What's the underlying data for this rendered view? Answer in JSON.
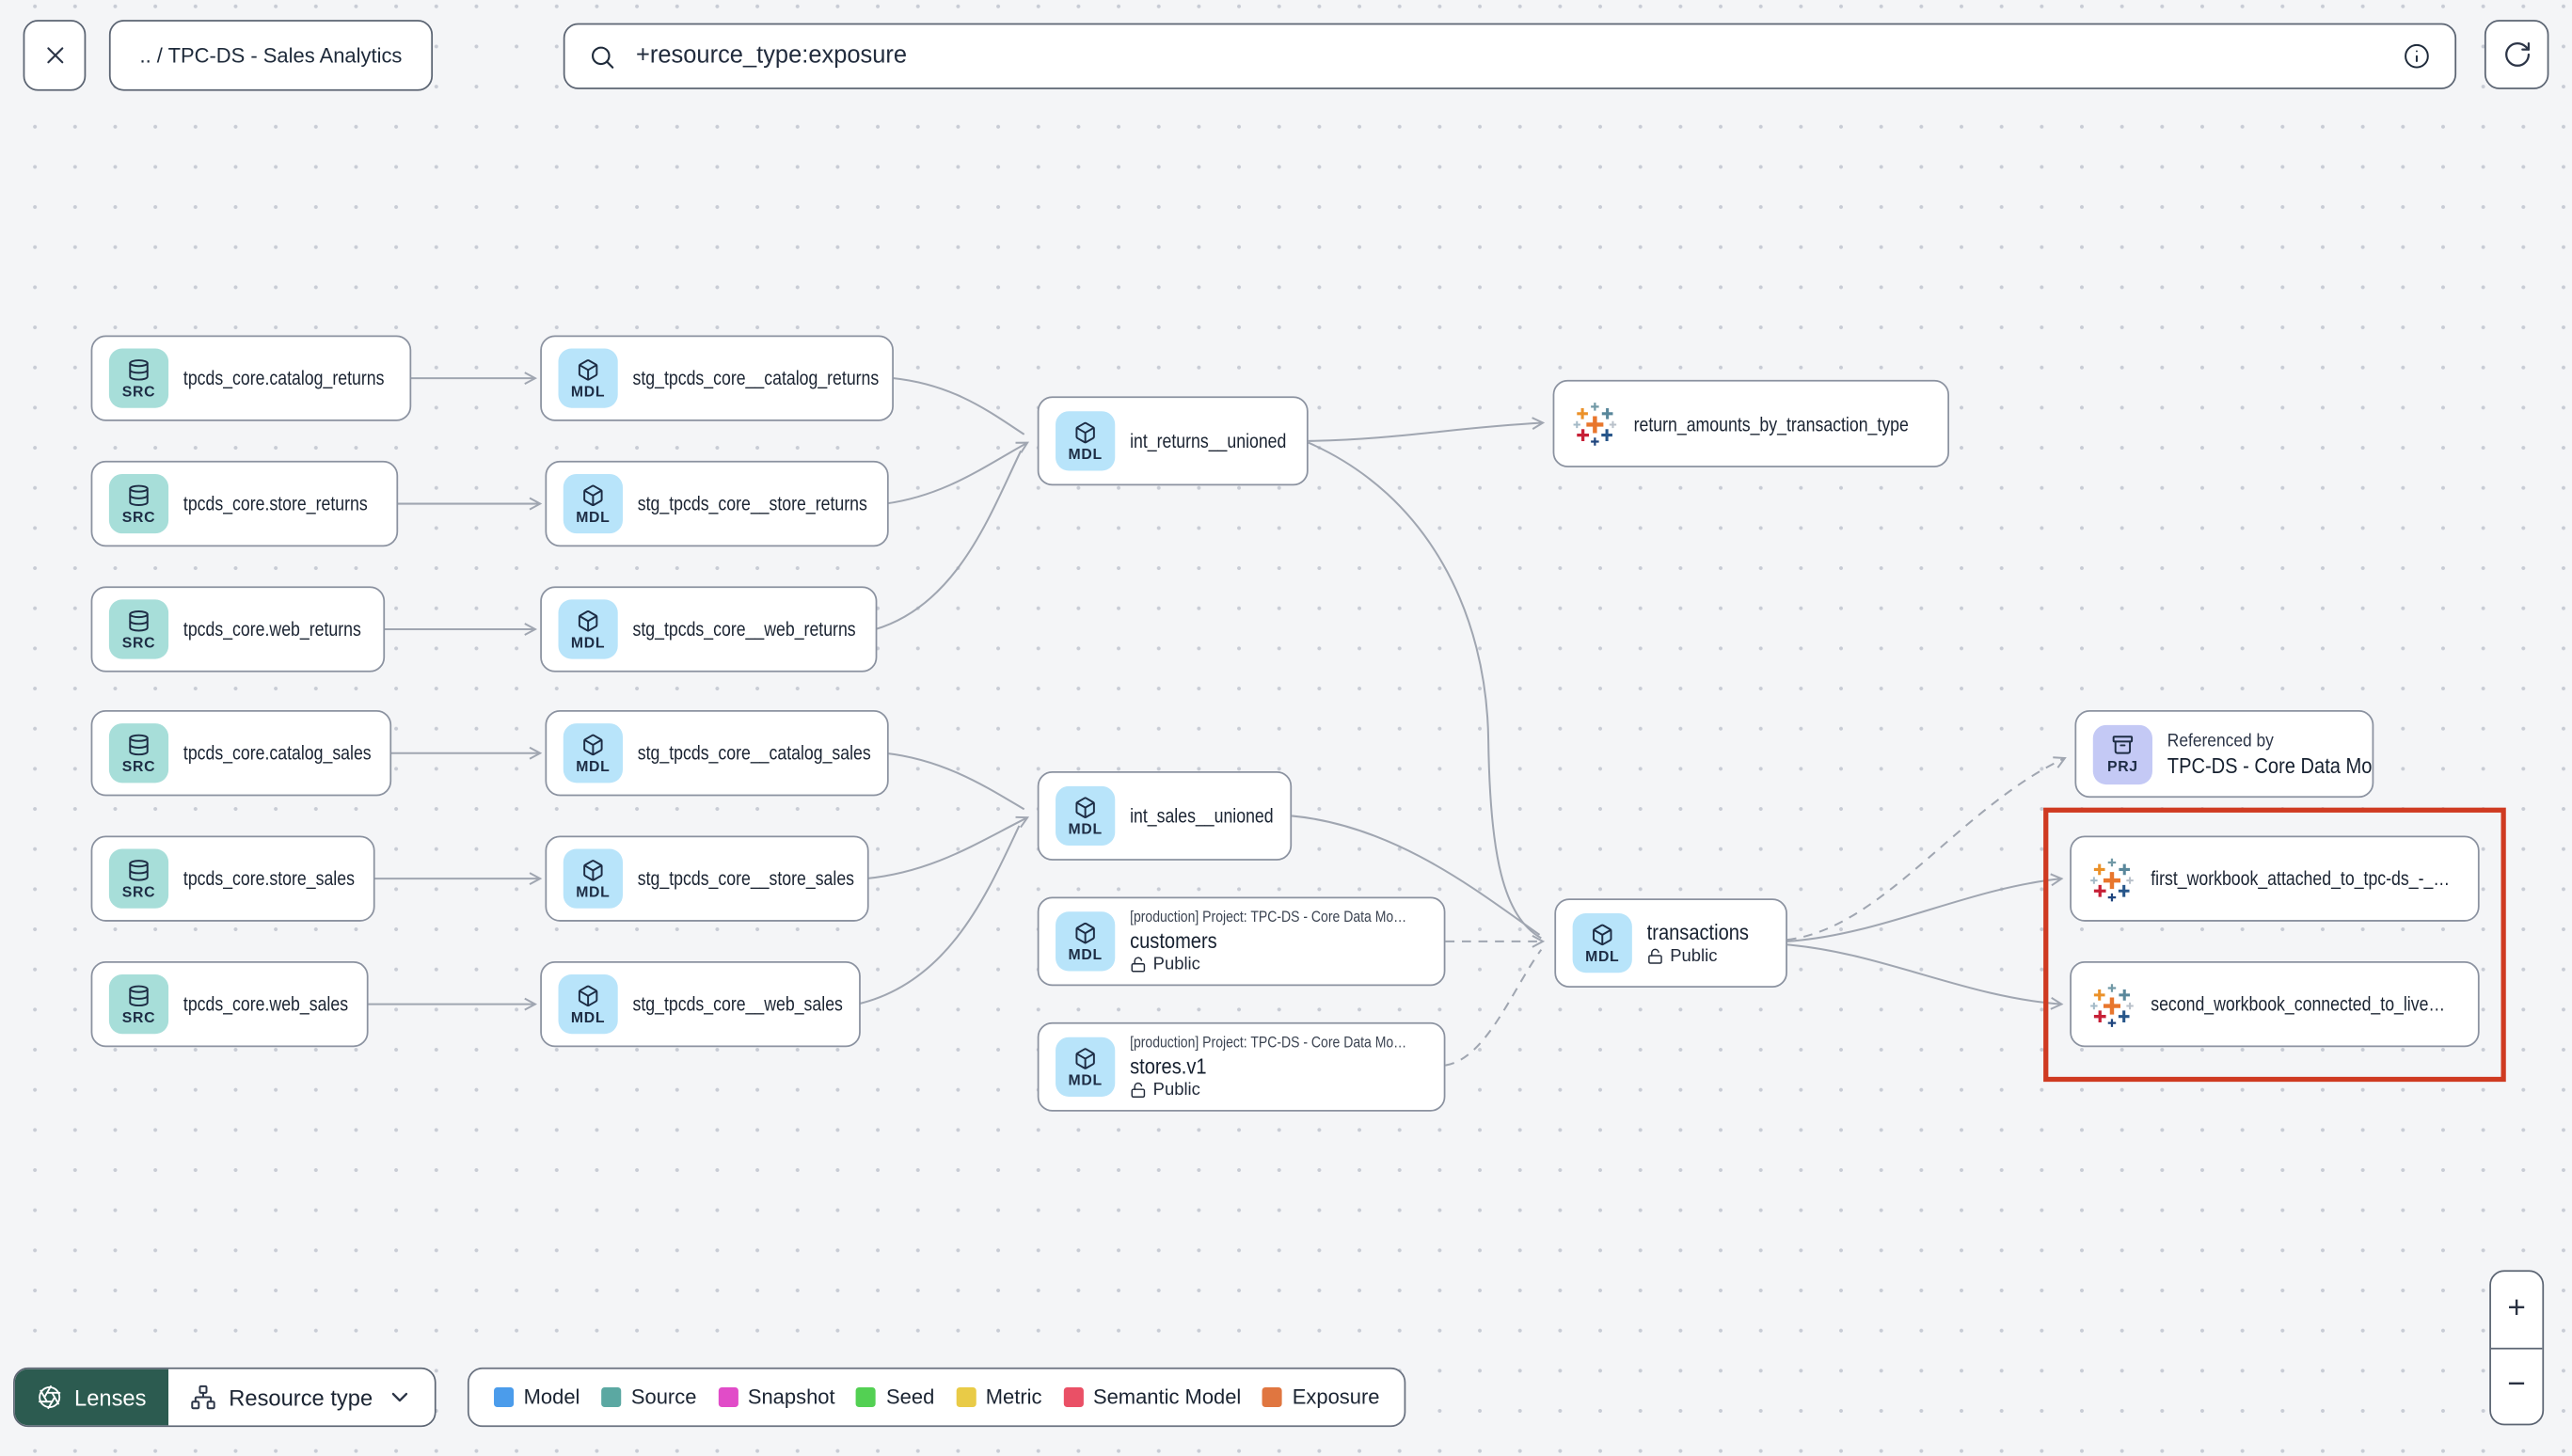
{
  "header": {
    "breadcrumb": ".. / TPC-DS - Sales Analytics",
    "search_value": "+resource_type:exposure"
  },
  "badges": {
    "source": "SRC",
    "model": "MDL",
    "project": "PRJ"
  },
  "nodes": {
    "sources": [
      {
        "label": "tpcds_core.catalog_returns"
      },
      {
        "label": "tpcds_core.store_returns"
      },
      {
        "label": "tpcds_core.web_returns"
      },
      {
        "label": "tpcds_core.catalog_sales"
      },
      {
        "label": "tpcds_core.store_sales"
      },
      {
        "label": "tpcds_core.web_sales"
      }
    ],
    "staging": [
      {
        "label": "stg_tpcds_core__catalog_returns"
      },
      {
        "label": "stg_tpcds_core__store_returns"
      },
      {
        "label": "stg_tpcds_core__web_returns"
      },
      {
        "label": "stg_tpcds_core__catalog_sales"
      },
      {
        "label": "stg_tpcds_core__store_sales"
      },
      {
        "label": "stg_tpcds_core__web_sales"
      }
    ],
    "int_returns": {
      "label": "int_returns__unioned"
    },
    "int_sales": {
      "label": "int_sales__unioned"
    },
    "customers": {
      "project": "[production] Project: TPC-DS - Core Data Mo…",
      "name": "customers",
      "access": "Public"
    },
    "stores": {
      "project": "[production] Project: TPC-DS - Core Data Mo…",
      "name": "stores.v1",
      "access": "Public"
    },
    "return_amounts": {
      "label": "return_amounts_by_transaction_type"
    },
    "transactions": {
      "name": "transactions",
      "access": "Public"
    },
    "referenced_by": {
      "title": "Referenced by",
      "name": "TPC-DS - Core Data Models"
    },
    "first_workbook": {
      "label": "first_workbook_attached_to_tpc-ds_-_…"
    },
    "second_workbook": {
      "label": "second_workbook_connected_to_live…"
    }
  },
  "footer": {
    "lenses_label": "Lenses",
    "resource_type_label": "Resource type",
    "legend": [
      {
        "label": "Model",
        "color": "#4b9ceb"
      },
      {
        "label": "Source",
        "color": "#5ba8a2"
      },
      {
        "label": "Snapshot",
        "color": "#e14cc8"
      },
      {
        "label": "Seed",
        "color": "#53d053"
      },
      {
        "label": "Metric",
        "color": "#e9cb47"
      },
      {
        "label": "Semantic Model",
        "color": "#ea5066"
      },
      {
        "label": "Exposure",
        "color": "#e07640"
      }
    ],
    "zoom_in": "+",
    "zoom_out": "−"
  },
  "colors": {
    "highlight_box": "#cf3a21",
    "lenses_bg": "#2c5b50",
    "chip_source_bg": "#a7ded9",
    "chip_model_bg": "#b8e4fa",
    "chip_project_bg": "#c4c9f5",
    "edge": "#a0a6b1"
  }
}
